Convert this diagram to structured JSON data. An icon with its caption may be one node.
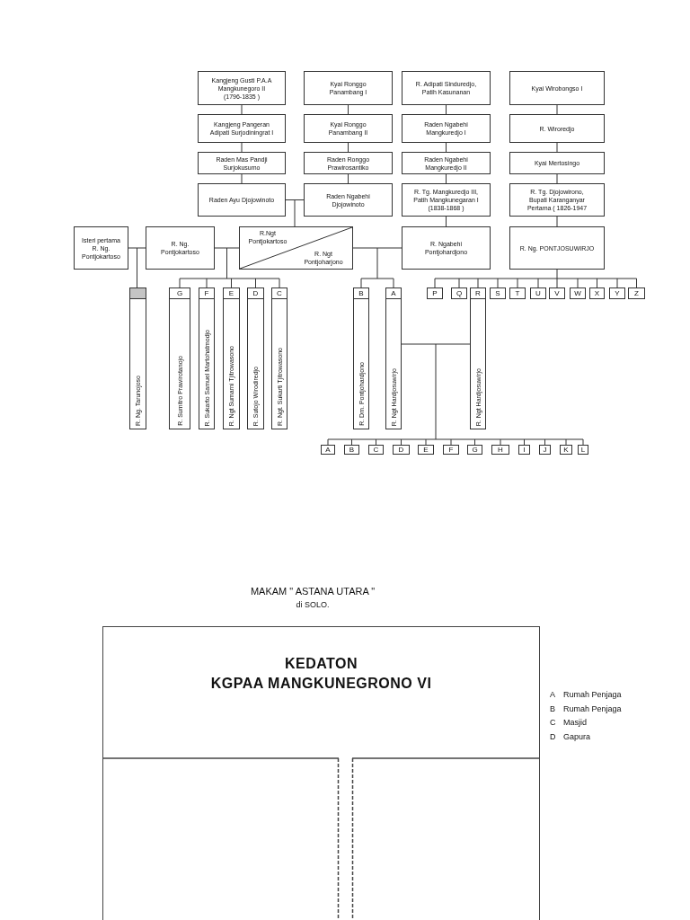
{
  "diagram": {
    "title": "MAKAM \" ASTANA UTARA \"",
    "nodes": [
      {
        "text": [
          "Kangjeng Gusti P.A.A Mangkunegoro II (1796-1835 )"
        ]
      },
      {
        "text": [
          "Kyai Ronggo Panambang I"
        ]
      },
      {
        "text": [
          "R. Adipati Sinduredjo, Patih Kasunanan"
        ]
      },
      {
        "text": [
          "Kyai Wirobongso I"
        ]
      },
      {
        "text": [
          "Kangjeng Pangeran Adipati Surjodiningrat I"
        ]
      },
      {
        "text": [
          "Kyai Ronggo Panambang II"
        ]
      },
      {
        "text": [
          "Raden Ngabehi Mangkuredjo I"
        ]
      },
      {
        "text": [
          "R. Wiroredjo"
        ]
      },
      {
        "text": [
          "Raden Mas Pandji Surjokusumo"
        ]
      },
      {
        "text": [
          "Raden Ronggo Prawirosantiko"
        ]
      },
      {
        "text": [
          "Raden Ngabehi Mangkuredjo II"
        ]
      },
      {
        "text": [
          "Kyai Mertosingo"
        ]
      },
      {
        "text": [
          "Raden Ayu Djojowinoto"
        ]
      },
      {
        "text": [
          "Raden Ngabehi Djojowinoto"
        ]
      },
      {
        "text": [
          "R. Tg. Mangkuredjo III, Patih Mangkunegaran I (1838-1868 )"
        ]
      },
      {
        "text": [
          "R. Tg. Djojowirono, Bupati Karanganyar Pertama ( 1826-1947"
        ]
      },
      {
        "text": [
          "Isteri pertama R. Ng. Pontjokartoso"
        ]
      },
      {
        "text": [
          "R. Ng. Pontjokartoso"
        ]
      },
      {
        "text": [
          "R.Ngt Pontjokartoso",
          "R. Ngt Pontjoharjono"
        ]
      },
      {
        "text": [
          "R. Ngabehi Pontjohardjono"
        ]
      },
      {
        "text": [
          "R. Ng. PONTJOSUWIRJO"
        ]
      },
      {
        "text": [
          "R. Ng. Tarunojoso"
        ]
      },
      {
        "text": [
          "G",
          "R. Sumitro Prawirotanojo"
        ]
      },
      {
        "text": [
          "F",
          "R. Sukarto Samuel Martohatmodjo"
        ]
      },
      {
        "text": [
          "E",
          "R. Ngt Sumarni Tjitrowasono"
        ]
      },
      {
        "text": [
          "D",
          "R. Sutojo Wirodiredjo"
        ]
      },
      {
        "text": [
          "C",
          "R. Ngt. Sukarti Tjitrowasono"
        ]
      },
      {
        "text": [
          "B",
          "R. Dm. Pontjohardjono"
        ]
      },
      {
        "text": [
          "A",
          "R. Ngt Hardjosuwirjo"
        ]
      },
      {
        "text": [
          "P"
        ]
      },
      {
        "text": [
          "Q"
        ]
      },
      {
        "text": [
          "R",
          "R. Ngt Hardjosuwirjo"
        ]
      },
      {
        "text": [
          "S"
        ]
      },
      {
        "text": [
          "T"
        ]
      },
      {
        "text": [
          "U"
        ]
      },
      {
        "text": [
          "V"
        ]
      },
      {
        "text": [
          "W"
        ]
      },
      {
        "text": [
          "X"
        ]
      },
      {
        "text": [
          "Y"
        ]
      },
      {
        "text": [
          "Z"
        ]
      },
      {
        "text": [
          "A"
        ]
      },
      {
        "text": [
          "B"
        ]
      },
      {
        "text": [
          "C"
        ]
      },
      {
        "text": [
          "D"
        ]
      },
      {
        "text": [
          "E"
        ]
      },
      {
        "text": [
          "F"
        ]
      },
      {
        "text": [
          "G"
        ]
      },
      {
        "text": [
          "H"
        ]
      },
      {
        "text": [
          "I"
        ]
      },
      {
        "text": [
          "J"
        ]
      },
      {
        "text": [
          "K"
        ]
      },
      {
        "text": [
          "L"
        ]
      },
      {
        "text": [
          "KEDATON",
          "KGPAA MANGKUNEGRONO VI"
        ]
      }
    ],
    "edges": [
      {
        "from": 0,
        "to": 4,
        "arrow": "none"
      },
      {
        "from": 4,
        "to": 8,
        "arrow": "none"
      },
      {
        "from": 8,
        "to": 12,
        "arrow": "none"
      },
      {
        "from": 1,
        "to": 5,
        "arrow": "none"
      },
      {
        "from": 5,
        "to": 9,
        "arrow": "none"
      },
      {
        "from": 9,
        "to": 13,
        "arrow": "none"
      },
      {
        "from": 2,
        "to": 6,
        "arrow": "none"
      },
      {
        "from": 6,
        "to": 10,
        "arrow": "none"
      },
      {
        "from": 10,
        "to": 14,
        "arrow": "none"
      },
      {
        "from": 14,
        "to": 19,
        "arrow": "none"
      },
      {
        "from": 3,
        "to": 7,
        "arrow": "none"
      },
      {
        "from": 7,
        "to": 11,
        "arrow": "none"
      },
      {
        "from": 11,
        "to": 15,
        "arrow": "none"
      },
      {
        "from": 15,
        "to": 20,
        "arrow": "none"
      },
      {
        "from": 12,
        "to": 13,
        "arrow": "none"
      },
      {
        "from": 16,
        "to": 17,
        "arrow": "none"
      },
      {
        "from": 17,
        "to": 18,
        "arrow": "none"
      },
      {
        "from": 18,
        "to": 19,
        "arrow": "none"
      },
      {
        "from": 28,
        "to": 31,
        "arrow": "none"
      },
      {
        "from": 12,
        "to": 18,
        "arrow": "none"
      },
      {
        "from": 13,
        "to": 18,
        "arrow": "none"
      },
      {
        "from": 16,
        "to": 21,
        "arrow": "none"
      },
      {
        "from": 17,
        "to": 21,
        "arrow": "none"
      },
      {
        "from": 17,
        "to": 22,
        "arrow": "none"
      },
      {
        "from": 18,
        "to": 22,
        "arrow": "none"
      },
      {
        "from": 17,
        "to": 23,
        "arrow": "none"
      },
      {
        "from": 18,
        "to": 23,
        "arrow": "none"
      },
      {
        "from": 17,
        "to": 24,
        "arrow": "none"
      },
      {
        "from": 18,
        "to": 24,
        "arrow": "none"
      },
      {
        "from": 17,
        "to": 25,
        "arrow": "none"
      },
      {
        "from": 18,
        "to": 25,
        "arrow": "none"
      },
      {
        "from": 17,
        "to": 26,
        "arrow": "none"
      },
      {
        "from": 18,
        "to": 26,
        "arrow": "none"
      },
      {
        "from": 18,
        "to": 27,
        "arrow": "none"
      },
      {
        "from": 19,
        "to": 27,
        "arrow": "none"
      },
      {
        "from": 18,
        "to": 28,
        "arrow": "none"
      },
      {
        "from": 19,
        "to": 28,
        "arrow": "none"
      },
      {
        "from": 20,
        "to": 29,
        "arrow": "none"
      },
      {
        "from": 20,
        "to": 30,
        "arrow": "none"
      },
      {
        "from": 20,
        "to": 31,
        "arrow": "none"
      },
      {
        "from": 20,
        "to": 32,
        "arrow": "none"
      },
      {
        "from": 20,
        "to": 33,
        "arrow": "none"
      },
      {
        "from": 20,
        "to": 34,
        "arrow": "none"
      },
      {
        "from": 20,
        "to": 35,
        "arrow": "none"
      },
      {
        "from": 20,
        "to": 36,
        "arrow": "none"
      },
      {
        "from": 20,
        "to": 37,
        "arrow": "none"
      },
      {
        "from": 20,
        "to": 38,
        "arrow": "none"
      },
      {
        "from": 20,
        "to": 39,
        "arrow": "none"
      },
      {
        "from": 28,
        "to": 40,
        "arrow": "none"
      },
      {
        "from": 31,
        "to": 40,
        "arrow": "none"
      },
      {
        "from": 28,
        "to": 41,
        "arrow": "none"
      },
      {
        "from": 31,
        "to": 41,
        "arrow": "none"
      },
      {
        "from": 28,
        "to": 42,
        "arrow": "none"
      },
      {
        "from": 31,
        "to": 42,
        "arrow": "none"
      },
      {
        "from": 28,
        "to": 43,
        "arrow": "none"
      },
      {
        "from": 31,
        "to": 43,
        "arrow": "none"
      },
      {
        "from": 28,
        "to": 44,
        "arrow": "none"
      },
      {
        "from": 31,
        "to": 44,
        "arrow": "none"
      },
      {
        "from": 28,
        "to": 45,
        "arrow": "none"
      },
      {
        "from": 31,
        "to": 45,
        "arrow": "none"
      },
      {
        "from": 28,
        "to": 46,
        "arrow": "none"
      },
      {
        "from": 31,
        "to": 46,
        "arrow": "none"
      },
      {
        "from": 28,
        "to": 47,
        "arrow": "none"
      },
      {
        "from": 31,
        "to": 47,
        "arrow": "none"
      },
      {
        "from": 28,
        "to": 48,
        "arrow": "none"
      },
      {
        "from": 31,
        "to": 48,
        "arrow": "none"
      },
      {
        "from": 28,
        "to": 49,
        "arrow": "none"
      },
      {
        "from": 31,
        "to": 49,
        "arrow": "none"
      },
      {
        "from": 28,
        "to": 50,
        "arrow": "none"
      },
      {
        "from": 31,
        "to": 50,
        "arrow": "none"
      },
      {
        "from": 28,
        "to": 51,
        "arrow": "none"
      },
      {
        "from": 31,
        "to": 51,
        "arrow": "none"
      }
    ],
    "labels": [
      "di SOLO.",
      "A",
      "Rumah Penjaga",
      "B",
      "Rumah Penjaga",
      "C",
      "Masjid",
      "D",
      "Gapura"
    ]
  }
}
